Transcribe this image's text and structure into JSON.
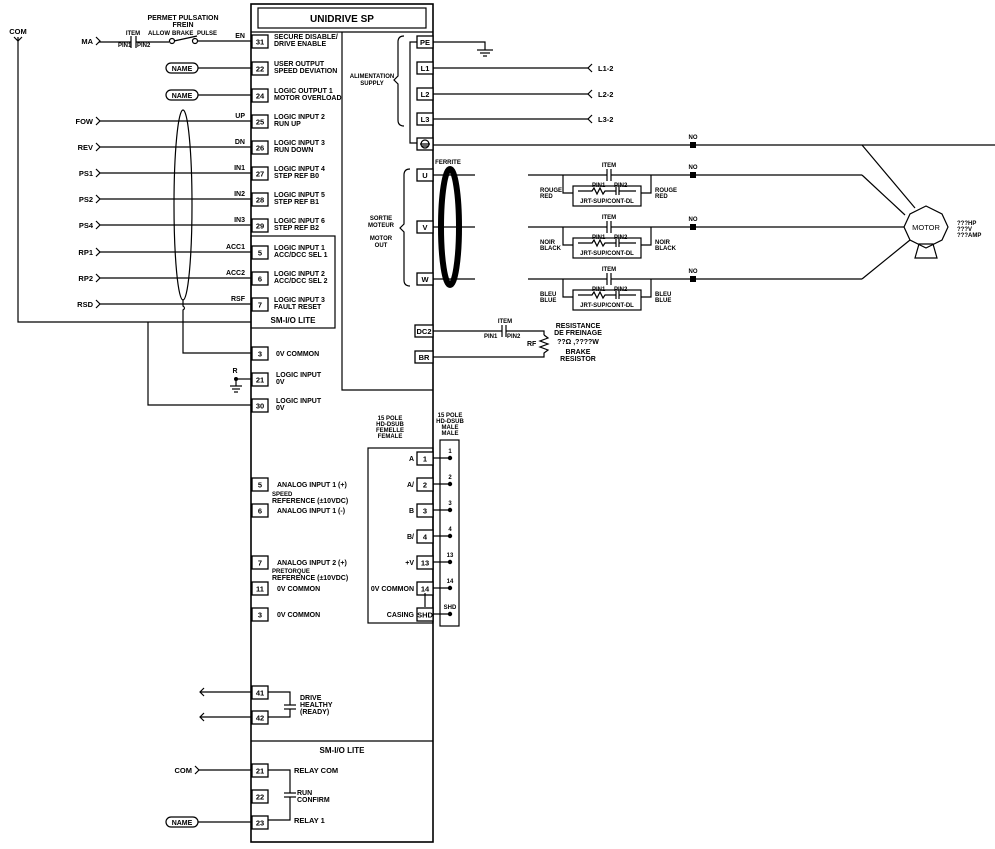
{
  "drive": {
    "title": "UNIDRIVE SP",
    "module_label": "SM-I/O LITE",
    "module2_label": "SM-I/O LITE"
  },
  "top_circuit": {
    "header_line1": "PERMET PULSATION",
    "header_line2": "FREIN",
    "contact_item": "ITEM",
    "pin1": "PIN1",
    "pin2": "PIN2",
    "allow": "ALLOW",
    "brake": "BRAKE",
    "pulse": "PULSE",
    "com_label": "COM"
  },
  "left_inputs": [
    {
      "source": "MA",
      "signal": "EN",
      "terminal": "31",
      "line1": "SECURE DISABLE/",
      "line2": "DRIVE ENABLE",
      "kind": "arrow"
    },
    {
      "source": "NAME",
      "signal": "",
      "terminal": "22",
      "line1": "USER OUTPUT",
      "line2": "SPEED DEVIATION",
      "kind": "tag"
    },
    {
      "source": "NAME",
      "signal": "",
      "terminal": "24",
      "line1": "LOGIC OUTPUT 1",
      "line2": "MOTOR OVERLOAD",
      "kind": "tag"
    },
    {
      "source": "FOW",
      "signal": "UP",
      "terminal": "25",
      "line1": "LOGIC INPUT 2",
      "line2": "RUN UP",
      "kind": "arrow"
    },
    {
      "source": "REV",
      "signal": "DN",
      "terminal": "26",
      "line1": "LOGIC INPUT 3",
      "line2": "RUN DOWN",
      "kind": "arrow"
    },
    {
      "source": "PS1",
      "signal": "IN1",
      "terminal": "27",
      "line1": "LOGIC INPUT 4",
      "line2": "STEP REF B0",
      "kind": "arrow"
    },
    {
      "source": "PS2",
      "signal": "IN2",
      "terminal": "28",
      "line1": "LOGIC INPUT 5",
      "line2": "STEP REF B1",
      "kind": "arrow"
    },
    {
      "source": "PS4",
      "signal": "IN3",
      "terminal": "29",
      "line1": "LOGIC INPUT 6",
      "line2": "STEP REF B2",
      "kind": "arrow"
    },
    {
      "source": "RP1",
      "signal": "ACC1",
      "terminal": "5",
      "line1": "LOGIC INPUT 1",
      "line2": "ACC/DCC SEL 1",
      "kind": "arrow"
    },
    {
      "source": "RP2",
      "signal": "ACC2",
      "terminal": "6",
      "line1": "LOGIC INPUT 2",
      "line2": "ACC/DCC SEL 2",
      "kind": "arrow"
    },
    {
      "source": "RSD",
      "signal": "RSF",
      "terminal": "7",
      "line1": "LOGIC INPUT 3",
      "line2": "FAULT RESET",
      "kind": "arrow"
    }
  ],
  "common_terminals": [
    {
      "terminal": "3",
      "line1": "0V COMMON",
      "line2": ""
    },
    {
      "terminal": "21",
      "line1": "LOGIC INPUT",
      "line2": "0V"
    },
    {
      "terminal": "30",
      "line1": "LOGIC INPUT",
      "line2": "0V"
    }
  ],
  "ground_r_label": "R",
  "power": {
    "supply_line1": "ALIMENTATION",
    "supply_line2": "SUPPLY",
    "terminals": [
      {
        "terminal": "PE",
        "out": ""
      },
      {
        "terminal": "L1",
        "out": "L1-2"
      },
      {
        "terminal": "L2",
        "out": "L2-2"
      },
      {
        "terminal": "L3",
        "out": "L3-2"
      }
    ],
    "earth_terminal_icon": "protective-earth-icon"
  },
  "motor_out": {
    "label_fr1": "SORTIE",
    "label_fr2": "MOTEUR",
    "label_en1": "MOTOR",
    "label_en2": "OUT",
    "ferrite": "FERRITE",
    "phases": [
      {
        "terminal": "U",
        "color_fr": "ROUGE",
        "color_en": "RED"
      },
      {
        "terminal": "V",
        "color_fr": "NOIR",
        "color_en": "BLACK"
      },
      {
        "terminal": "W",
        "color_fr": "BLEU",
        "color_en": "BLUE"
      }
    ],
    "contact_item": "ITEM",
    "pin1": "PIN1",
    "pin2": "PIN2",
    "snubber_label": "JRT-SUP/CONT-DL",
    "node_label": "NO",
    "motor_label": "MOTOR",
    "motor_rating": [
      "???HP",
      "???V",
      "???AMP"
    ]
  },
  "brake": {
    "terminals": [
      "DC2",
      "BR"
    ],
    "contact_item": "ITEM",
    "pin1": "PIN1",
    "pin2": "PIN2",
    "resistor_tag": "RF",
    "line1": "RESISTANCE",
    "line2": "DE FREINAGE",
    "line3": "??Ω ,????W",
    "line4": "BRAKE",
    "line5": "RESISTOR"
  },
  "analog": [
    {
      "terminal": "5",
      "label": "ANALOG INPUT 1 (+)"
    },
    {
      "terminal": "6",
      "label": "ANALOG INPUT 1 (-)"
    },
    {
      "terminal": "7",
      "label": "ANALOG INPUT 2 (+)"
    },
    {
      "terminal": "11",
      "label": "0V COMMON"
    },
    {
      "terminal": "3",
      "label": "0V COMMON"
    }
  ],
  "speed_ref": {
    "line1": "SPEED",
    "line2": "REFERENCE (±10VDC)"
  },
  "torque_ref": {
    "line1": "PRETORQUE",
    "line2": "REFERENCE (±10VDC)"
  },
  "encoder": {
    "female_title": [
      "15 POLE",
      "HD-DSUB",
      "FEMELLE",
      "FEMALE"
    ],
    "male_title": [
      "15 POLE",
      "HD-DSUB",
      "MALE",
      "MALE"
    ],
    "pins": [
      {
        "signal": "A",
        "terminal": "1",
        "male": "1"
      },
      {
        "signal": "A/",
        "terminal": "2",
        "male": "2"
      },
      {
        "signal": "B",
        "terminal": "3",
        "male": "3"
      },
      {
        "signal": "B/",
        "terminal": "4",
        "male": "4"
      },
      {
        "signal": "+V",
        "terminal": "13",
        "male": "13"
      },
      {
        "signal": "0V COMMON",
        "terminal": "14",
        "male": "14"
      },
      {
        "signal": "CASING",
        "terminal": "SHD",
        "male": "SHD"
      }
    ]
  },
  "relay_healthy": {
    "terminals": [
      "41",
      "42"
    ],
    "line1": "DRIVE",
    "line2": "HEALTHY",
    "line3": "(READY)"
  },
  "relay_module": {
    "source_com": "COM",
    "source_name": "NAME",
    "terminals": [
      "21",
      "22",
      "23"
    ],
    "relay_com": "RELAY COM",
    "run1": "RUN",
    "run2": "CONFIRM",
    "relay1": "RELAY 1"
  }
}
